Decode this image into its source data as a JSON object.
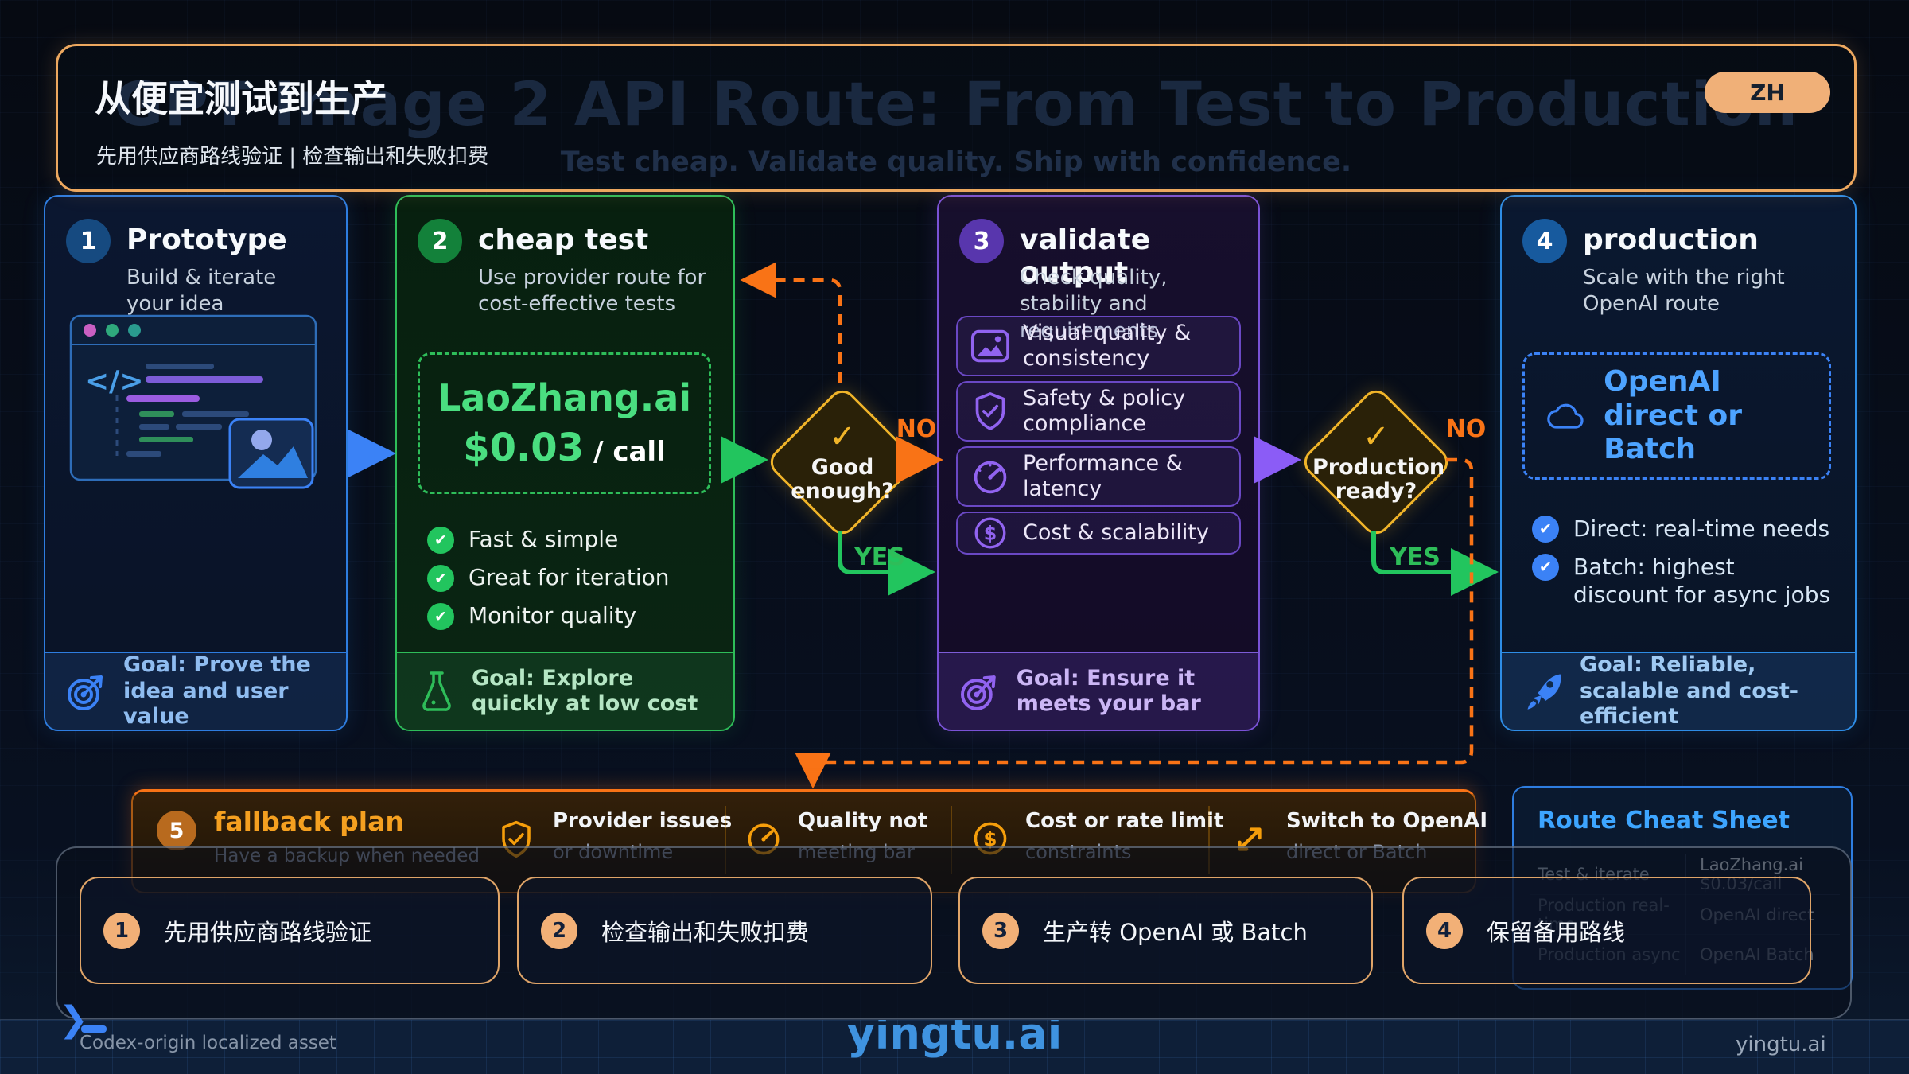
{
  "header": {
    "ghost_title": "GPT Image 2 API Route: From Test to Production",
    "ghost_subtitle": "Test cheap. Validate quality. Ship with confidence.",
    "title": "从便宜测试到生产",
    "subtitle": "先用供应商路线验证 | 检查输出和失败扣费",
    "lang_toggle": "ZH"
  },
  "icons": {
    "check": "✔",
    "diamond_check": "✓",
    "chevron": "❯",
    "dollar": "$",
    "code": "</>"
  },
  "steps": [
    {
      "num": "1",
      "title": "Prototype",
      "subtitle": "Build & iterate your idea",
      "goal": "Goal: Prove the idea and user value"
    },
    {
      "num": "2",
      "title": "cheap test",
      "subtitle": "Use provider route for cost-effective tests",
      "highlight": {
        "brand": "LaoZhang.ai",
        "price": "$0.03",
        "unit": "/ call"
      },
      "checklist": [
        "Fast & simple",
        "Great for iteration",
        "Monitor quality"
      ],
      "goal": "Goal: Explore quickly at low cost"
    },
    {
      "num": "3",
      "title": "validate output",
      "subtitle": "Check quality, stability and requirements",
      "checks": [
        {
          "icon": "image-icon",
          "label": "Visual quality & consistency"
        },
        {
          "icon": "shield-icon",
          "label": "Safety & policy compliance"
        },
        {
          "icon": "gauge-icon",
          "label": "Performance & latency"
        },
        {
          "icon": "dollar-icon",
          "label": "Cost & scalability"
        }
      ],
      "goal": "Goal: Ensure it meets your bar"
    },
    {
      "num": "4",
      "title": "production",
      "subtitle": "Scale with the right OpenAI route",
      "highlight": "OpenAI direct or Batch",
      "checklist": [
        "Direct: real-time needs",
        "Batch: highest discount for async jobs"
      ],
      "goal": "Goal: Reliable, scalable and cost-efficient"
    }
  ],
  "decisions": [
    {
      "question": "Good enough?",
      "no": "NO",
      "yes": "YES"
    },
    {
      "question": "Production ready?",
      "no": "NO",
      "yes": "YES"
    }
  ],
  "fallback": {
    "num": "5",
    "title": "fallback plan",
    "subtitle": "Have a backup when needed",
    "items": [
      {
        "icon": "shield-icon",
        "line1": "Provider issues",
        "line2": "or downtime"
      },
      {
        "icon": "gauge-icon",
        "line1": "Quality not",
        "line2": "meeting bar"
      },
      {
        "icon": "dollar-icon",
        "line1": "Cost or rate limit",
        "line2": "constraints"
      },
      {
        "icon": "switch-arrows-icon",
        "line1": "Switch to OpenAI",
        "line2": "direct or Batch"
      }
    ]
  },
  "cheat_sheet": {
    "title": "Route Cheat Sheet",
    "rows": [
      {
        "label": "Test & iterate",
        "value": "LaoZhang.ai $0.03/call"
      },
      {
        "label": "Production real-time",
        "value": "OpenAI direct"
      },
      {
        "label": "Production async",
        "value": "OpenAI Batch"
      }
    ]
  },
  "notes": [
    {
      "num": "1",
      "text": "先用供应商路线验证"
    },
    {
      "num": "2",
      "text": "检查输出和失败扣费"
    },
    {
      "num": "3",
      "text": "生产转 OpenAI 或 Batch"
    },
    {
      "num": "4",
      "text": "保留备用路线"
    }
  ],
  "footer": {
    "asset_label": "Codex-origin localized asset",
    "watermark": "yingtu.ai",
    "brand": "yingtu.ai"
  },
  "colors": {
    "accent_orange": "#eda85f",
    "step1_blue": "#2e7de0",
    "step2_green": "#2ebd59",
    "step3_purple": "#7a52d6",
    "step4_blue": "#3da5ff",
    "fallback_orange": "#f59e0b",
    "no_orange": "#f97316",
    "yes_green": "#22c55e"
  }
}
